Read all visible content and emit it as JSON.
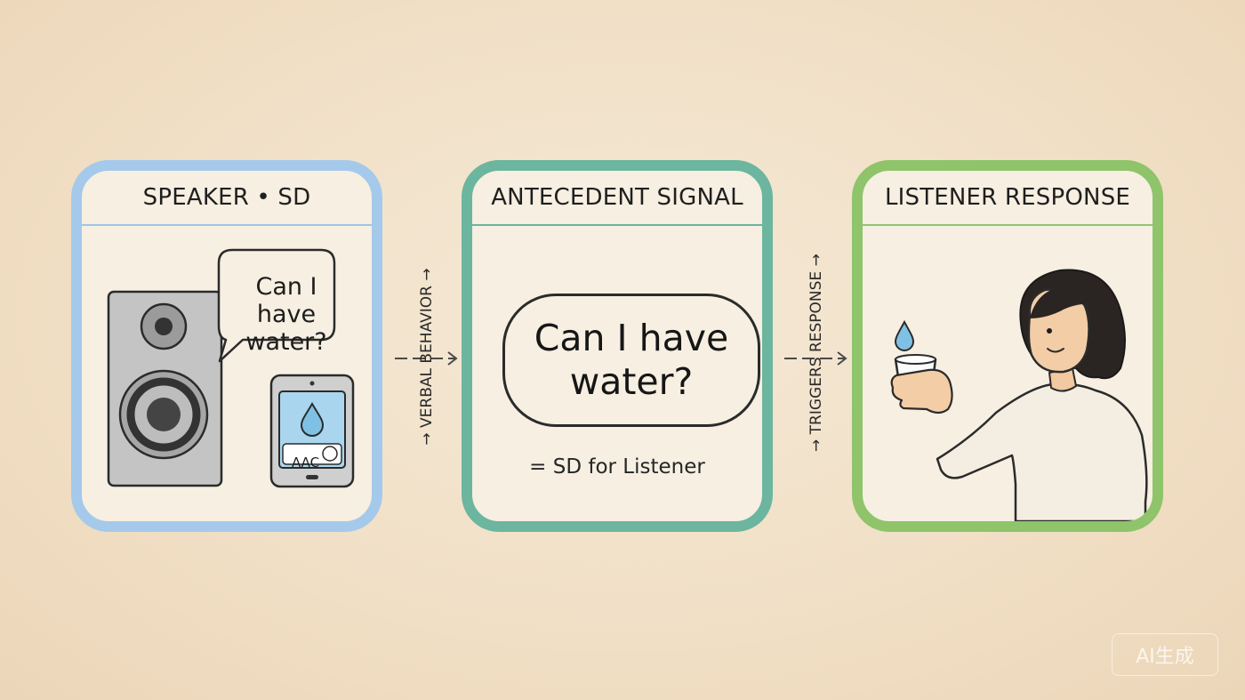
{
  "panels": {
    "speaker": {
      "title": "SPEAKER • SD",
      "bubble_text": "Can I have water?",
      "device_label": "AAC"
    },
    "antecedent": {
      "title": "ANTECEDENT SIGNAL",
      "bubble_text": "Can I have water?",
      "note": "= SD for Listener"
    },
    "listener": {
      "title": "LISTENER RESPONSE"
    }
  },
  "connectors": {
    "first": "→ VERBAL BEHAVIOR →",
    "second": "→ TRIGGERS RESPONSE →"
  },
  "watermark": "AI生成",
  "colors": {
    "speaker_border": "#a5c9ea",
    "antecedent_border": "#6cb59f",
    "listener_border": "#8fc46a",
    "panel_fill": "#f6efe2"
  }
}
